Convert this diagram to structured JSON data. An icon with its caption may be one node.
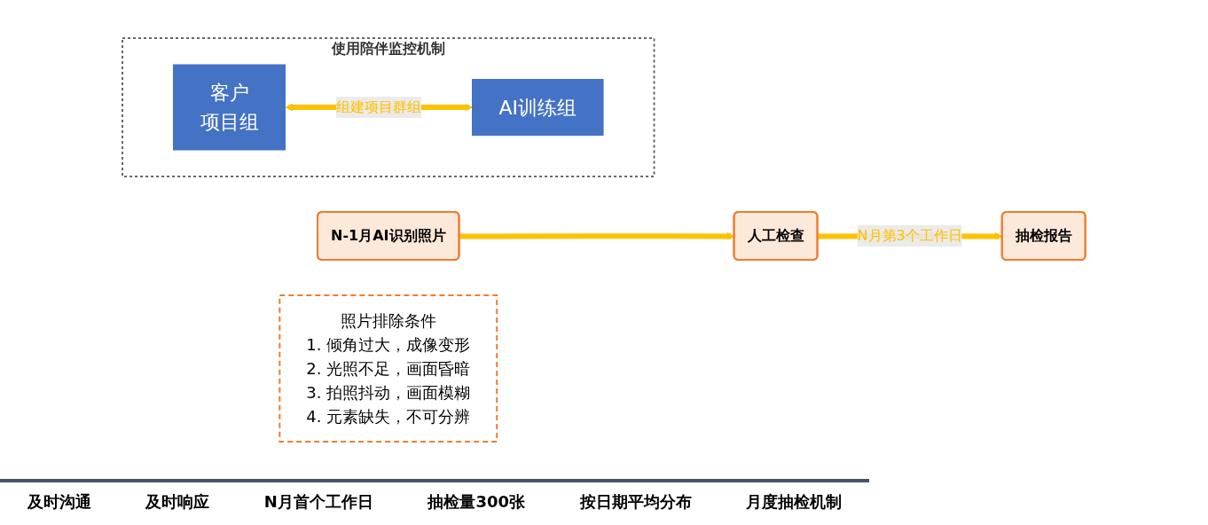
{
  "diagram": {
    "nodes": [
      {
        "text": [
          "使用陪伴监控机制"
        ]
      },
      {
        "text": [
          "客户",
          "项目组"
        ],
        "in": 0
      },
      {
        "text": [
          "AI训练组"
        ],
        "in": 0
      },
      {
        "text": [
          "N-1月AI识别照片"
        ]
      },
      {
        "text": [
          "人工检查"
        ]
      },
      {
        "text": [
          "抽检报告"
        ]
      },
      {
        "text": [
          "照片排除条件",
          "1. 倾角过大，成像变形",
          "2. 光照不足，画面昏暗",
          "3. 拍照抖动，画面模糊",
          "4. 元素缺失，不可分辨"
        ]
      }
    ],
    "edges": [
      {
        "from": 1,
        "to": 2,
        "arrow": "both",
        "label": "组建项目群组"
      },
      {
        "from": 3,
        "to": 4,
        "arrow": "to"
      },
      {
        "from": 4,
        "to": 5,
        "arrow": "to",
        "label": "N月第3个工作日"
      }
    ],
    "labels": [
      "及时沟通",
      "及时响应",
      "N月首个工作日",
      "抽检量300张",
      "按日期平均分布",
      "月度抽检机制"
    ]
  }
}
